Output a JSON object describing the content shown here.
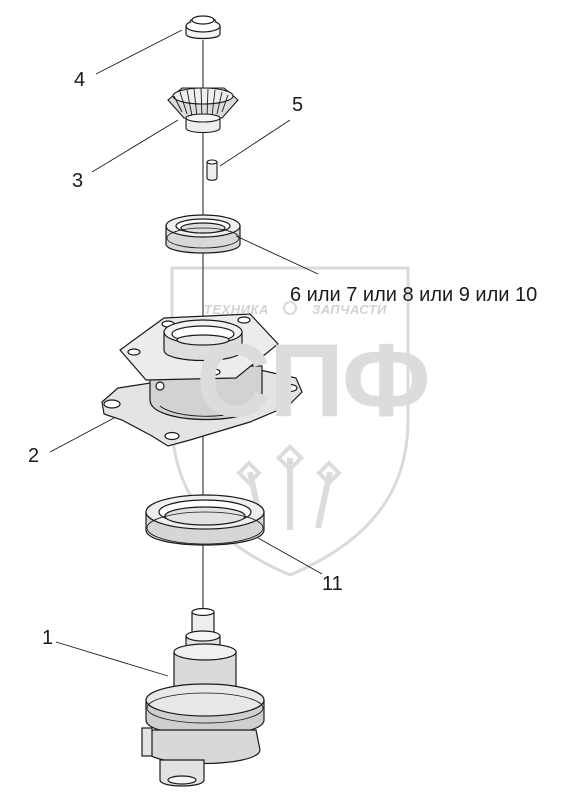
{
  "labels": {
    "l1": "1",
    "l2": "2",
    "l3": "3",
    "l4": "4",
    "l5": "5",
    "l6": "6 или 7 или 8 или 9 или 10",
    "l11": "11"
  },
  "watermark": {
    "left_word": "ТЕХНИКА",
    "right_word": "ЗАПЧАСТИ",
    "logo": "СПФ"
  },
  "colors": {
    "line": "#1a1a1a",
    "watermark": "#d6d6d6"
  }
}
